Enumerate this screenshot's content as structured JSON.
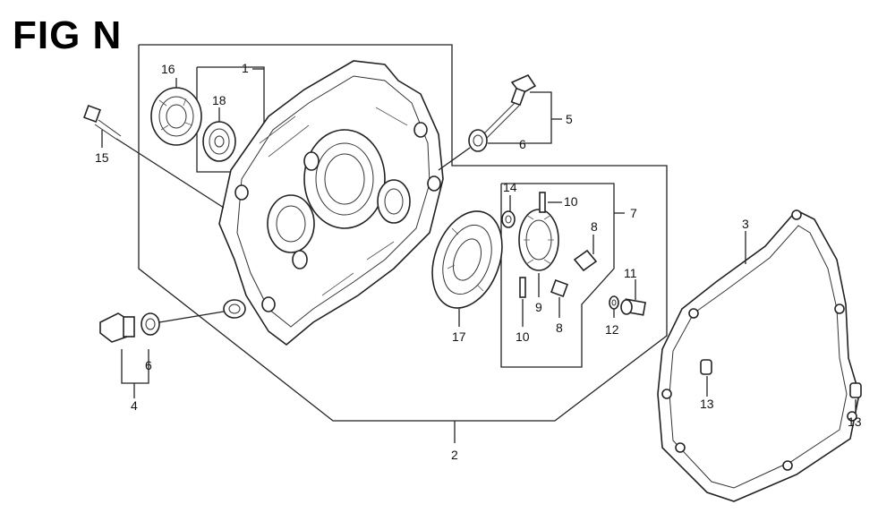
{
  "figure": {
    "title": "FIG N"
  },
  "callouts": [
    {
      "id": "c1",
      "text": "1"
    },
    {
      "id": "c2",
      "text": "2"
    },
    {
      "id": "c3",
      "text": "3"
    },
    {
      "id": "c4",
      "text": "4"
    },
    {
      "id": "c5",
      "text": "5"
    },
    {
      "id": "c6a",
      "text": "6"
    },
    {
      "id": "c6b",
      "text": "6"
    },
    {
      "id": "c7",
      "text": "7"
    },
    {
      "id": "c8a",
      "text": "8"
    },
    {
      "id": "c8b",
      "text": "8"
    },
    {
      "id": "c9",
      "text": "9"
    },
    {
      "id": "c10a",
      "text": "10"
    },
    {
      "id": "c10b",
      "text": "10"
    },
    {
      "id": "c11",
      "text": "11"
    },
    {
      "id": "c12",
      "text": "12"
    },
    {
      "id": "c13a",
      "text": "13"
    },
    {
      "id": "c13b",
      "text": "13"
    },
    {
      "id": "c14",
      "text": "14"
    },
    {
      "id": "c15",
      "text": "15"
    },
    {
      "id": "c16",
      "text": "16"
    },
    {
      "id": "c17",
      "text": "17"
    },
    {
      "id": "c18",
      "text": "18"
    }
  ]
}
